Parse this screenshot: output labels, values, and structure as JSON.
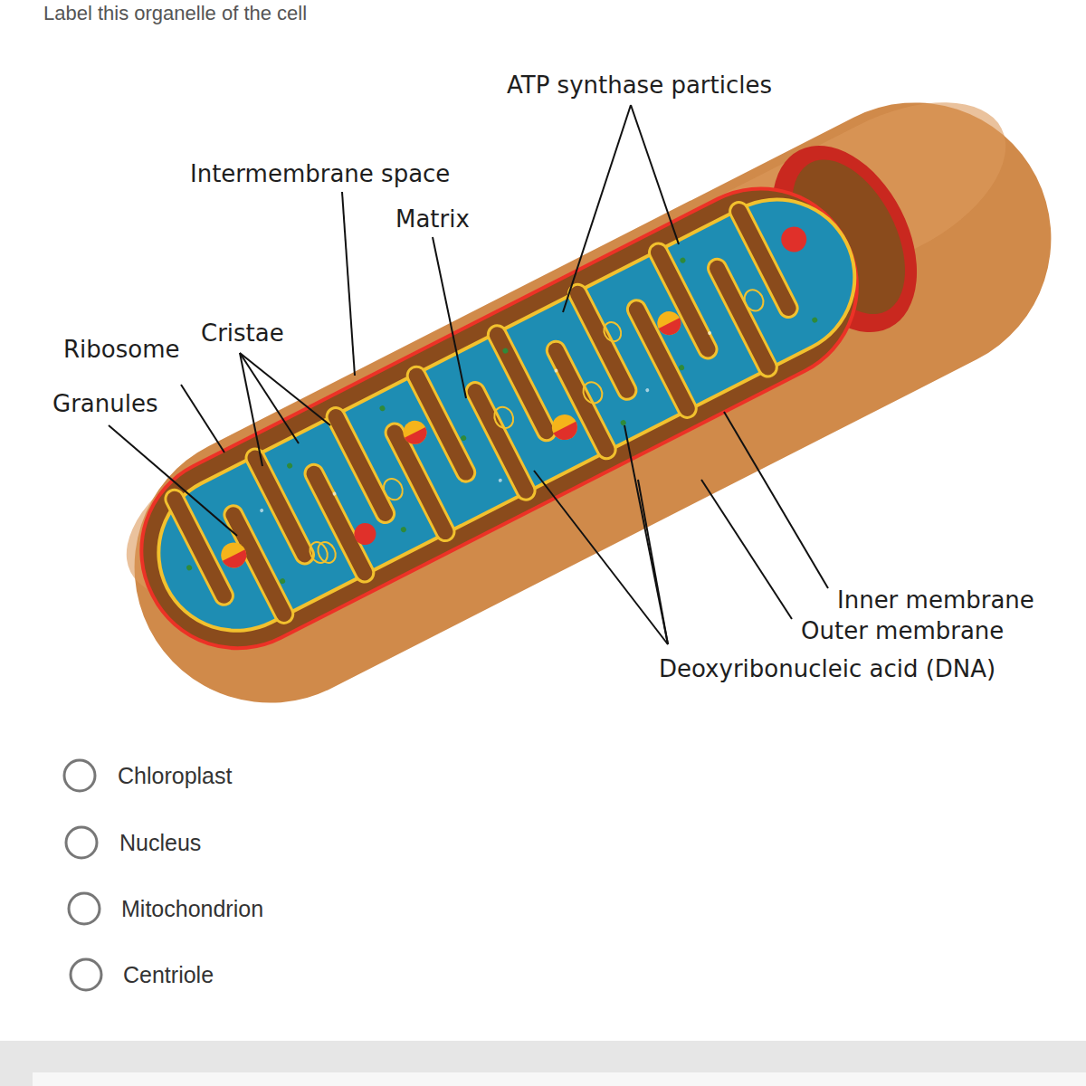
{
  "diagram": {
    "title": "Label this organelle of the cell",
    "labels": [
      "ATP synthase particles",
      "Intermembrane space",
      "Matrix",
      "Cristae",
      "Ribosome",
      "Granules",
      "Inner membrane",
      "Outer membrane",
      "Deoxyribonucleic acid (DNA)",
      "Chloroplast",
      "Nucleus",
      "Mitochondrion",
      "Centriole"
    ]
  }
}
